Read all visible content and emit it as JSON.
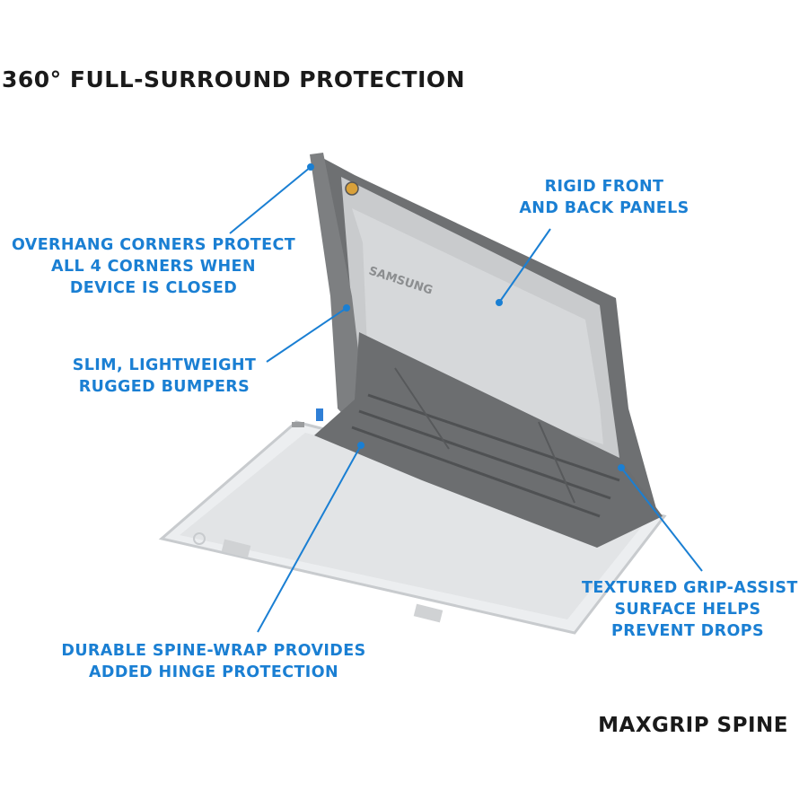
{
  "heading": "360° FULL-SURROUND PROTECTION",
  "subheading": "MAXGRIP SPINE",
  "brand_mark": "SAMSUNG",
  "callout_color": "#1a7fd3",
  "callouts": {
    "corners": {
      "lines": [
        "OVERHANG CORNERS PROTECT",
        "ALL 4 CORNERS WHEN",
        "DEVICE IS CLOSED"
      ]
    },
    "bumpers": {
      "lines": [
        "SLIM, LIGHTWEIGHT",
        "RUGGED BUMPERS"
      ]
    },
    "panels": {
      "lines": [
        "RIGID FRONT",
        "AND BACK PANELS"
      ]
    },
    "grip": {
      "lines": [
        "TEXTURED GRIP-ASSIST",
        "SURFACE HELPS",
        "PREVENT DROPS"
      ]
    },
    "spine": {
      "lines": [
        "DURABLE SPINE-WRAP PROVIDES",
        "ADDED HINGE PROTECTION"
      ]
    }
  }
}
